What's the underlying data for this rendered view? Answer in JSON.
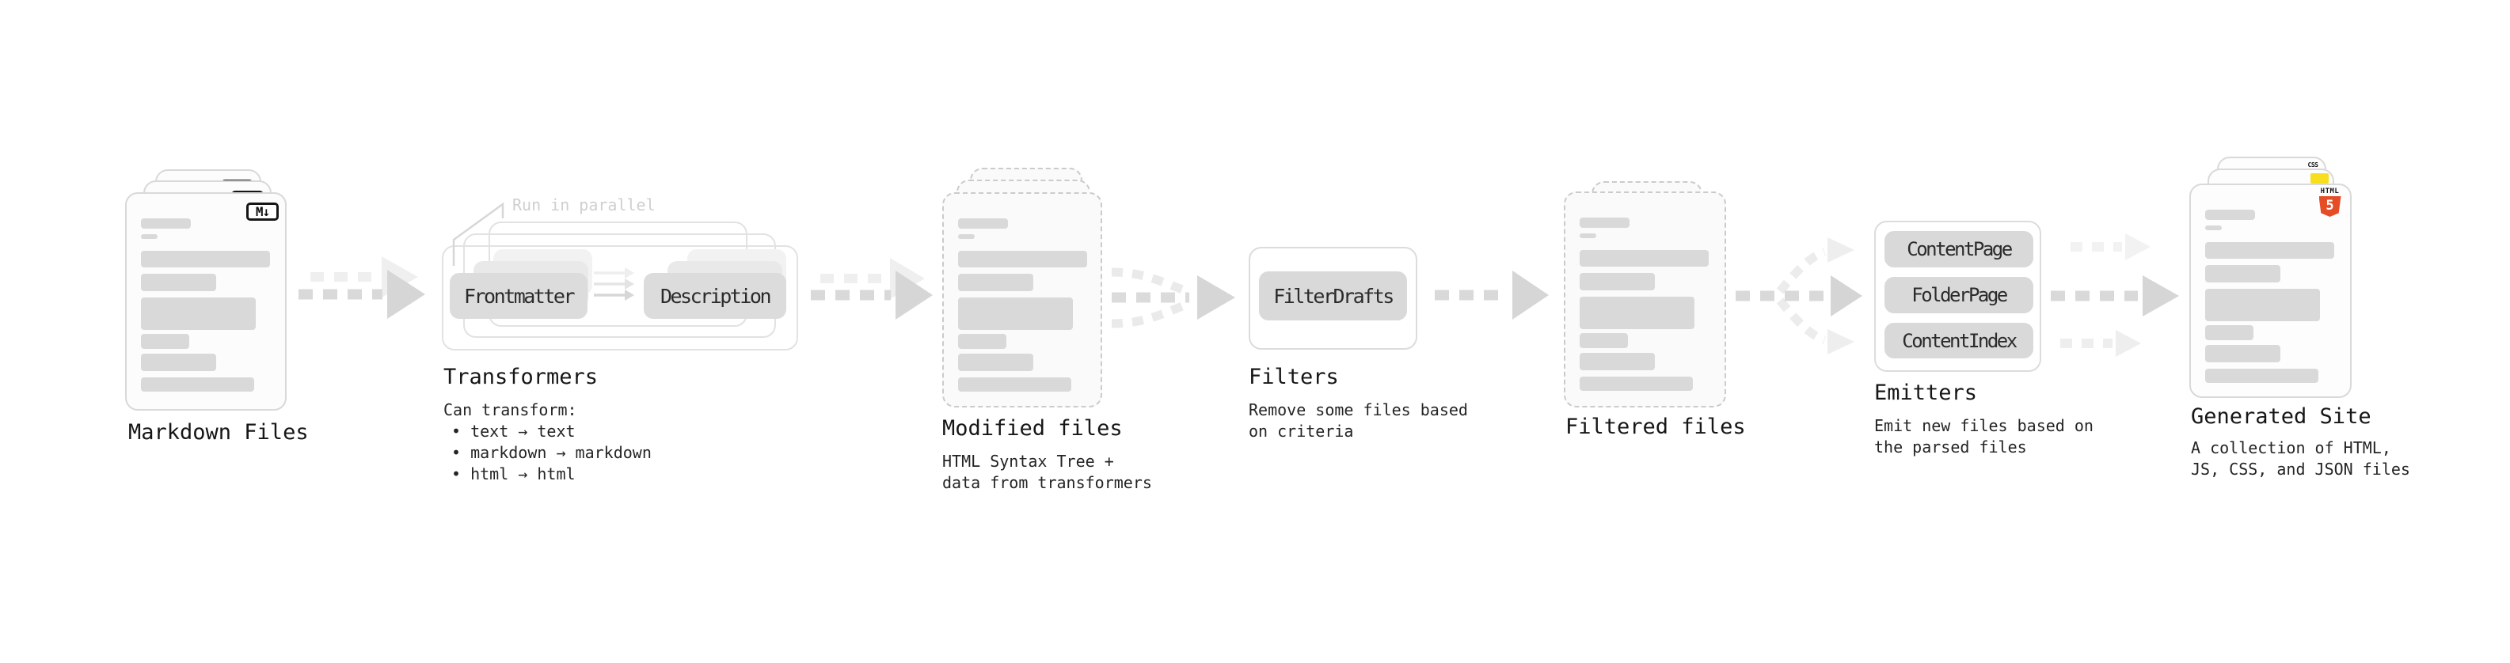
{
  "colors": {
    "html5_orange": "#e44d26",
    "js_yellow": "#f7df1e",
    "css_blue": "#2b63f0",
    "card_gray": "#d9d9d9",
    "arrow_gray": "#d9d9d9"
  },
  "stages": {
    "markdown_files": {
      "title": "Markdown Files",
      "file_icon": "M↓"
    },
    "transformers": {
      "annotation": "Run in parallel",
      "plugins": [
        "Frontmatter",
        "Description"
      ],
      "title": "Transformers",
      "description_lines": [
        "Can transform:",
        "• text → text",
        "• markdown → markdown",
        "• html → html"
      ]
    },
    "modified_files": {
      "title": "Modified files",
      "description_lines": [
        "HTML Syntax Tree +",
        "data from transformers"
      ]
    },
    "filters": {
      "plugins": [
        "FilterDrafts"
      ],
      "title": "Filters",
      "description_lines": [
        "Remove some files based",
        "on criteria"
      ]
    },
    "filtered_files": {
      "title": "Filtered files"
    },
    "emitters": {
      "plugins": [
        "ContentPage",
        "FolderPage",
        "ContentIndex"
      ],
      "title": "Emitters",
      "description_lines": [
        "Emit new files based on",
        "the parsed files"
      ]
    },
    "generated_site": {
      "title": "Generated Site",
      "description_lines": [
        "A collection of HTML,",
        "JS, CSS, and JSON files"
      ],
      "icons": {
        "html5_label": "HTML",
        "html5_number": "5",
        "css_label": "CSS"
      }
    }
  }
}
